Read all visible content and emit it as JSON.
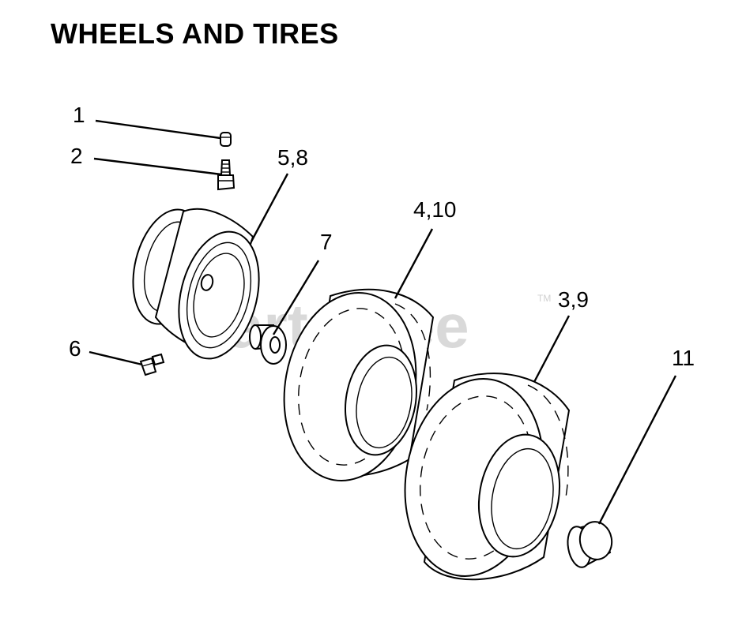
{
  "title": "WHEELS AND TIRES",
  "watermark": {
    "text": "PartsTree",
    "trademark": "TM"
  },
  "callouts": [
    {
      "id": "callout-1",
      "label": "1",
      "part": "valve-cap"
    },
    {
      "id": "callout-2",
      "label": "2",
      "part": "valve-stem"
    },
    {
      "id": "callout-58",
      "label": "5,8",
      "part": "rim"
    },
    {
      "id": "callout-7",
      "label": "7",
      "part": "bushing"
    },
    {
      "id": "callout-410",
      "label": "4,10",
      "part": "front-tire"
    },
    {
      "id": "callout-39",
      "label": "3,9",
      "part": "rear-tire"
    },
    {
      "id": "callout-6",
      "label": "6",
      "part": "grease-fitting"
    },
    {
      "id": "callout-11",
      "label": "11",
      "part": "hub-cap"
    }
  ],
  "colors": {
    "line": "#000000",
    "background": "#ffffff",
    "watermark": "#d9d9d9"
  }
}
